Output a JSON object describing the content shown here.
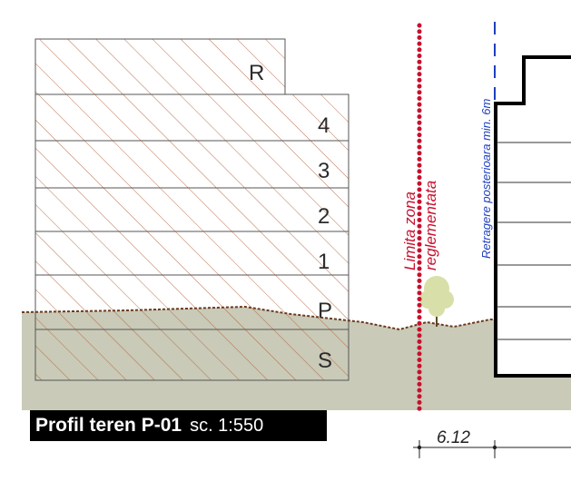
{
  "profile": {
    "title": "Profil teren P-01",
    "scale": "sc. 1:550"
  },
  "building_left": {
    "floors": [
      "R",
      "4",
      "3",
      "2",
      "1",
      "P",
      "S"
    ]
  },
  "limit_line": {
    "label_line1": "Limita zona",
    "label_line2": "reglementata"
  },
  "setback_line": {
    "label": "Retragere posterioara min. 6m"
  },
  "dimension": {
    "value": "6.12"
  },
  "colors": {
    "ground": "#c9cab8",
    "hatch": "#b5613a",
    "limit_red": "#c8102e",
    "setback_blue": "#1f3fbf",
    "terrain_line": "#6b3a1e",
    "tree": "#d9dfa8",
    "title_bg": "#000000"
  }
}
